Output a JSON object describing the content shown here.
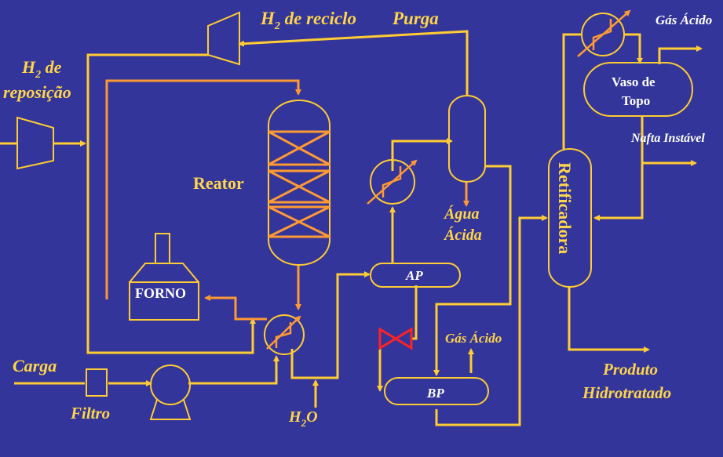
{
  "colors": {
    "background": "#33359a",
    "main_line": "#ffcc33",
    "hot_line": "#ff9933",
    "label": "#ffd54a",
    "vessel_label": "#ffffff",
    "valve": "#ff2222"
  },
  "labels": {
    "h2_reciclo": "H",
    "h2_reciclo_sub": "2",
    "h2_reciclo_rest": " de reciclo",
    "purga": "Purga",
    "gas_acido_top": "Gás Ácido",
    "h2_reposicao_h": "H",
    "h2_reposicao_sub": "2",
    "h2_reposicao_de": " de",
    "h2_reposicao_line2": "reposição",
    "reator": "Reator",
    "forno": "FORNO",
    "agua_line1": "Água",
    "agua_line2": "Ácida",
    "ap": "AP",
    "bp": "BP",
    "gas_acido_mid": "Gás Ácido",
    "vaso_line1": "Vaso de",
    "vaso_line2": "Topo",
    "nafta": "Nafta Instável",
    "retificadora": "Retificadora",
    "produto_line1": "Produto",
    "produto_line2": "Hidrotratado",
    "carga": "Carga",
    "filtro": "Filtro",
    "h2o_h": "H",
    "h2o_sub": "2",
    "h2o_o": "O"
  },
  "icons": [
    "compressor-icon",
    "heat-exchanger-icon",
    "pump-icon",
    "control-valve-icon",
    "filter-icon"
  ]
}
